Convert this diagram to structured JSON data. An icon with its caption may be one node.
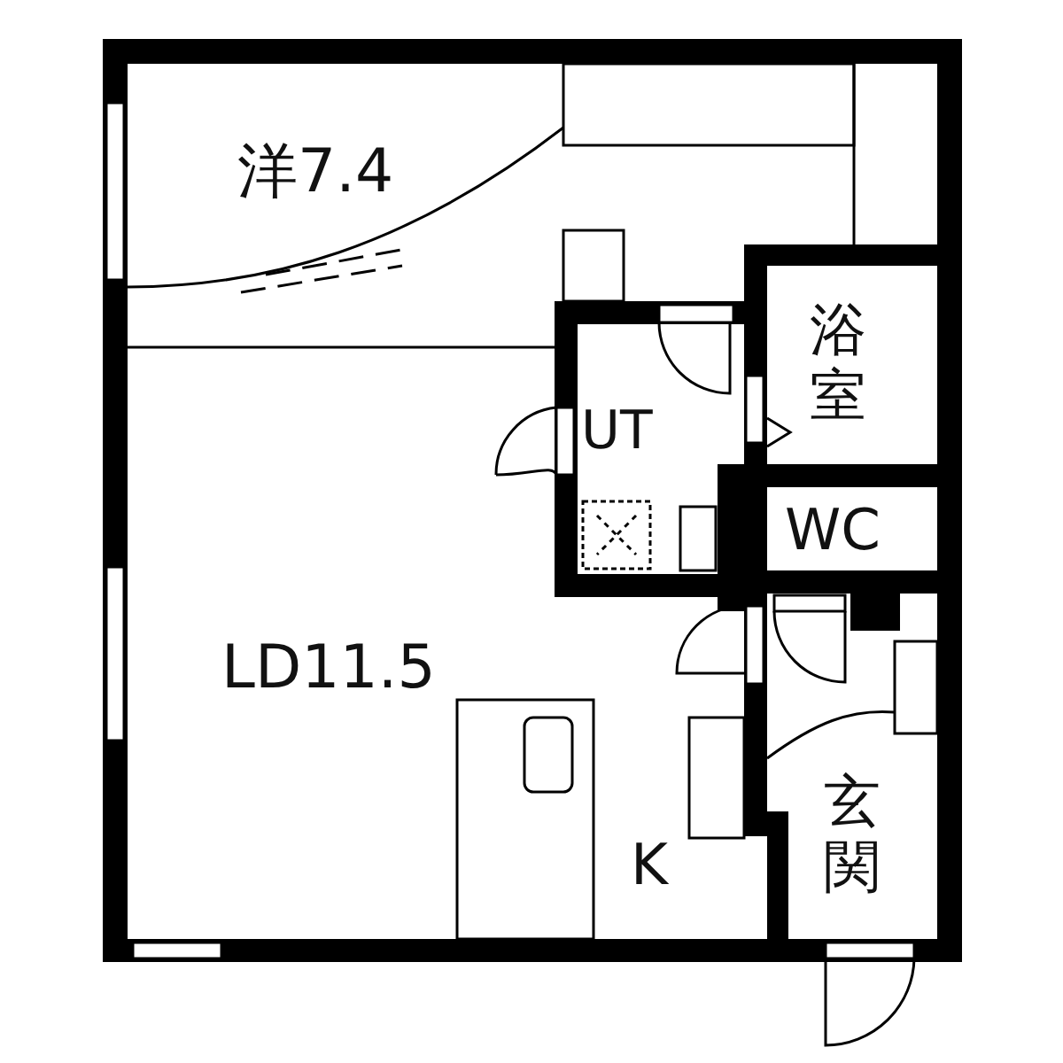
{
  "diagram": {
    "nodes": [
      {
        "text": [
          "洋7.4"
        ]
      },
      {
        "text": [
          "LD11.5",
          "K"
        ]
      },
      {
        "text": [
          "UT"
        ]
      },
      {
        "text": [
          "浴室"
        ]
      },
      {
        "text": [
          "WC"
        ]
      },
      {
        "text": [
          "玄関"
        ]
      }
    ]
  }
}
